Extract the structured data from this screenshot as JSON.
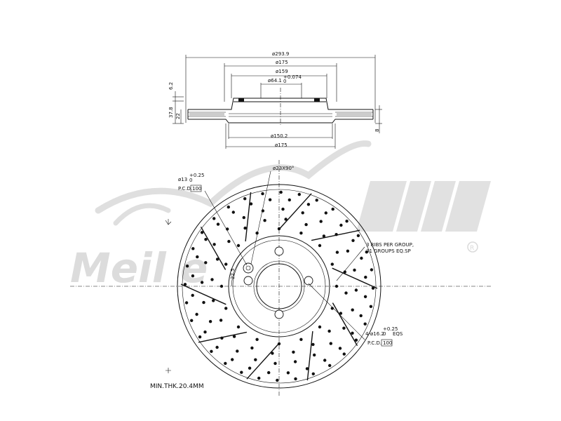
{
  "section_view": {
    "dim_outer_diameter": "ø293.9",
    "dim_top_175": "ø175",
    "dim_159": "ø159",
    "dim_64": "ø64.1",
    "dim_64_tol": "+0.074",
    "dim_64_tol_low": "0",
    "dim_150": "ø150.2",
    "dim_bottom_175": "ø175",
    "dim_6_2": "6.2",
    "dim_37_8": "37.8",
    "dim_22": "22",
    "dim_8": "8"
  },
  "face_view": {
    "stud_hole_dia": "ø13",
    "stud_hole_tol": "+0.25",
    "stud_hole_tol_low": "0",
    "stud_pcd_label": "P.C.D.",
    "stud_pcd_value": "100",
    "chamfer_note": "ø23X90°",
    "ribs_note_line1": "3 RIBS PER GROUP,",
    "ribs_note_line2": "31 GROUPS EQ.SP",
    "bolt_holes": "4-ø16.2",
    "bolt_holes_tol": "+0.25",
    "bolt_holes_tol_low": "0",
    "bolt_holes_eqs": "EQS",
    "bolt_pcd_label": "P.C.D.",
    "bolt_pcd_value": "100",
    "angle_label": "22.5"
  },
  "footer": {
    "min_thickness": "MIN.THK.20.4MM"
  },
  "watermark": {
    "brand_text": "Meil  e",
    "registered": "R"
  }
}
